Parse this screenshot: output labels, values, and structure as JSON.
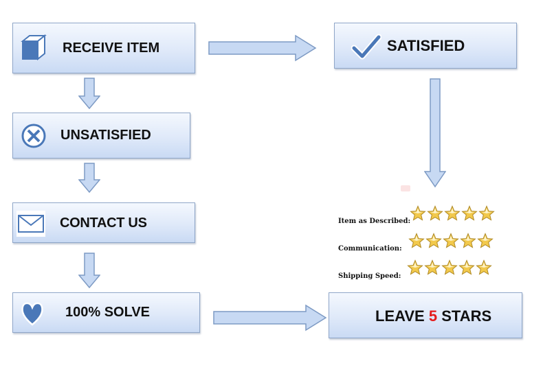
{
  "steps": {
    "receive": "RECEIVE ITEM",
    "unsatisfied": "UNSATISFIED",
    "contact": "CONTACT US",
    "solve": "100% SOLVE",
    "satisfied": "SATISFIED",
    "leave": {
      "prefix": "LEAVE",
      "number": "5",
      "suffix": "STARS"
    }
  },
  "ratings": [
    {
      "label": "Item as Described:",
      "stars": 5
    },
    {
      "label": "Communication:",
      "stars": 5
    },
    {
      "label": "Shipping Speed:",
      "stars": 5
    }
  ],
  "icons": {
    "receive": "box-icon",
    "unsatisfied": "x-circle-icon",
    "contact": "envelope-icon",
    "solve": "heart-icon",
    "satisfied": "checkmark-icon"
  },
  "colors": {
    "box_gradient_top": "#f4f8fe",
    "box_gradient_bottom": "#c9daf4",
    "arrow_fill": "#c7d9f3",
    "icon_blue": "#4a78b8",
    "accent_red": "#e41b1b",
    "star_gold": "#f2c94c"
  }
}
